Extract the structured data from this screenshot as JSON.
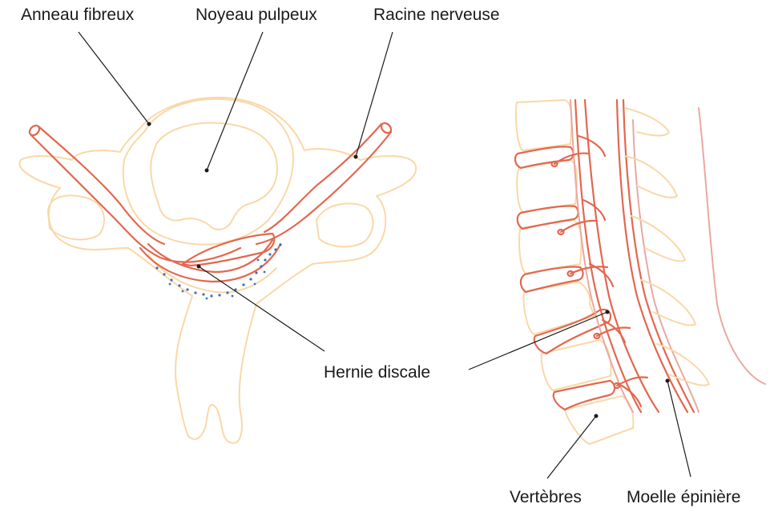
{
  "labels": {
    "anneau_fibreux": "Anneau fibreux",
    "noyeau_pulpeux": "Noyeau pulpeux",
    "racine_nerveuse": "Racine nerveuse",
    "hernie_discale": "Hernie discale",
    "vertebres": "Vertèbres",
    "moelle_epiniere": "Moelle épinière"
  },
  "colors": {
    "bone_outline": "#f9d8a8",
    "nerve": "#e2684f",
    "herniated_material": "#3d6fb8",
    "leader_line": "#1a1a1a"
  }
}
